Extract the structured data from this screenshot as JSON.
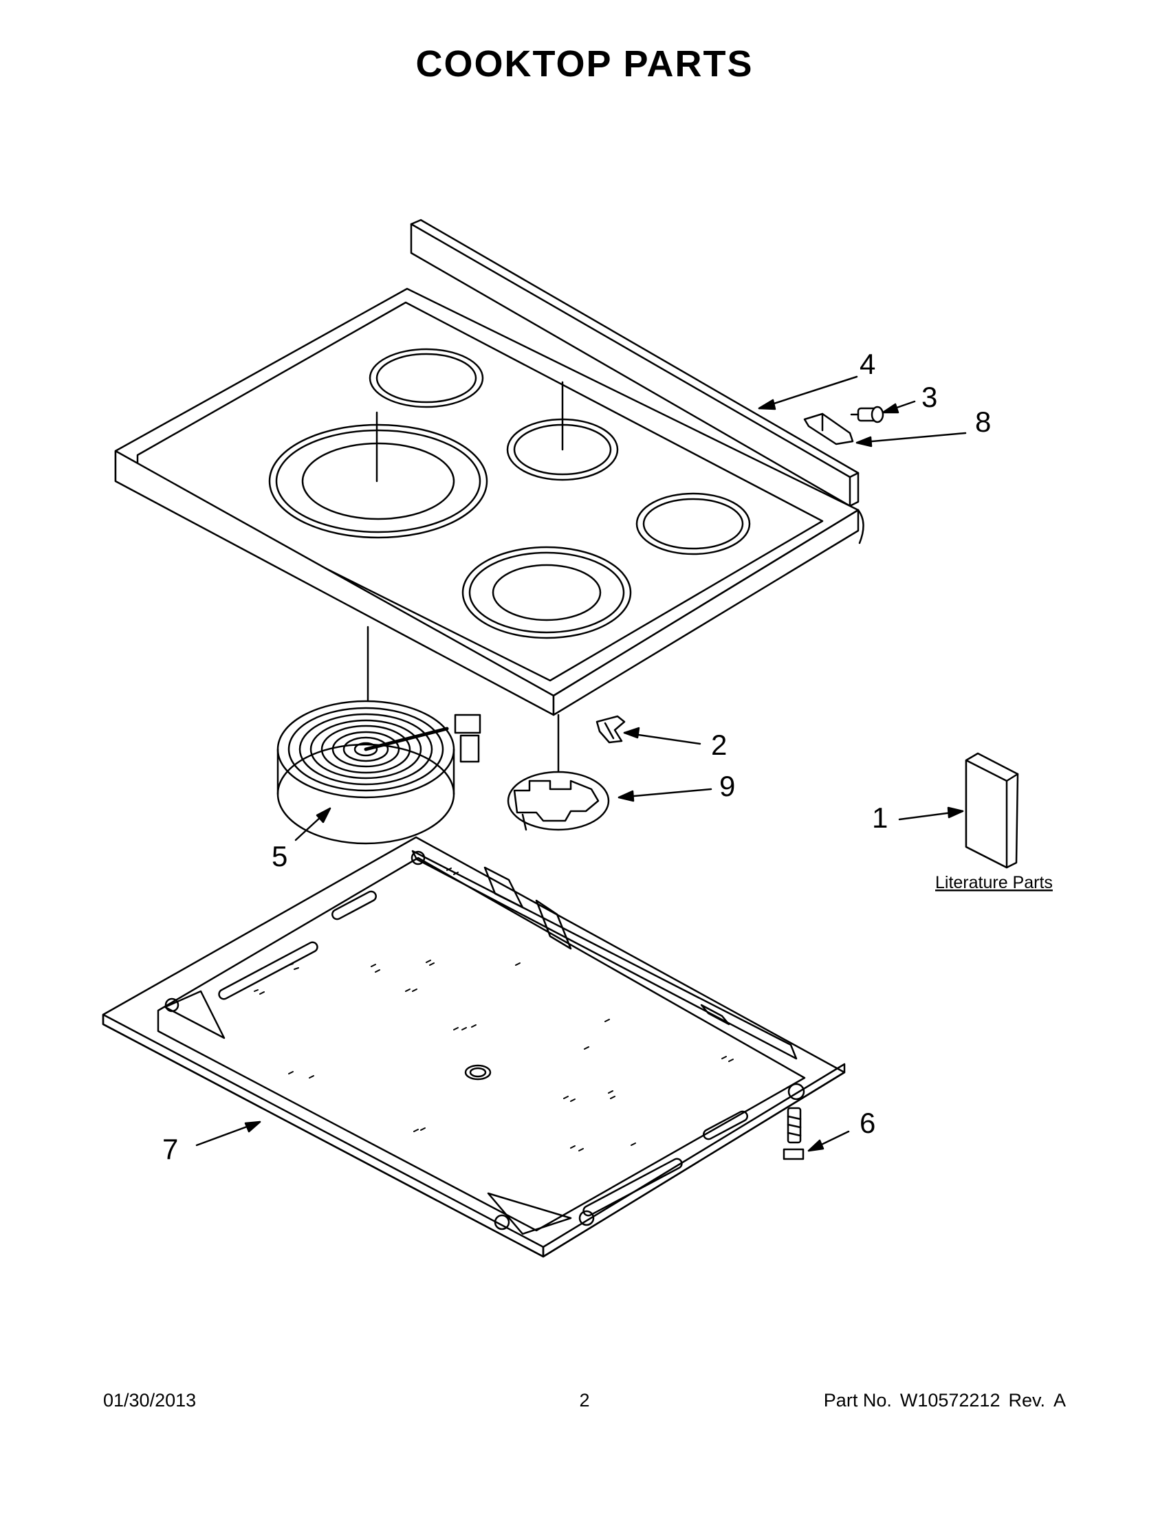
{
  "title": "COOKTOP PARTS",
  "callouts": {
    "c1": "1",
    "c2": "2",
    "c3": "3",
    "c4": "4",
    "c5": "5",
    "c6": "6",
    "c7": "7",
    "c8": "8",
    "c9": "9"
  },
  "literature_label": "Literature Parts",
  "footer": {
    "date": "01/30/2013",
    "page": "2",
    "part_prefix": "Part No.",
    "part_number": "W10572212",
    "rev_label": "Rev.",
    "rev_value": "A"
  }
}
